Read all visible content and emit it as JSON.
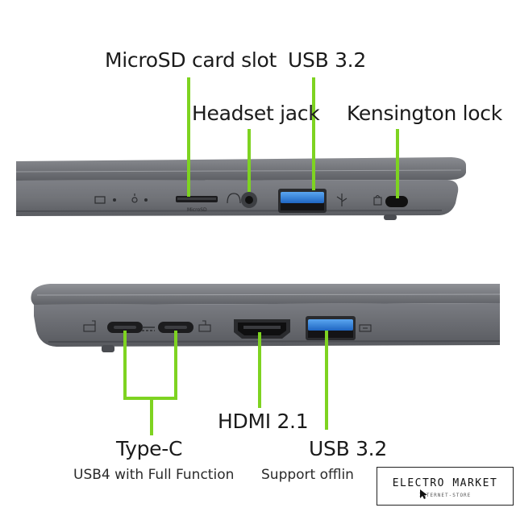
{
  "top_view": {
    "labels": {
      "microsd": "MicroSD card slot",
      "usb_top": "USB 3.2",
      "headset": "Headset jack",
      "kensington": "Kensington lock"
    },
    "port_text": {
      "microsd_imprint": "MicroSD"
    }
  },
  "bottom_view": {
    "labels": {
      "type_c": "Type-C",
      "type_c_note": "USB4 with Full Function",
      "hdmi": "HDMI 2.1",
      "usb_bottom": "USB 3.2",
      "usb_bottom_note": "Support offlin"
    }
  },
  "watermark": {
    "title": "ELECTRO MARKET",
    "subtitle": "INTERNET-STORE"
  },
  "colors": {
    "callout_line": "#7ed321",
    "laptop_body": "#6f7176",
    "port_dark": "#1c1c1e",
    "usb_blue": "#2f7fd6"
  }
}
